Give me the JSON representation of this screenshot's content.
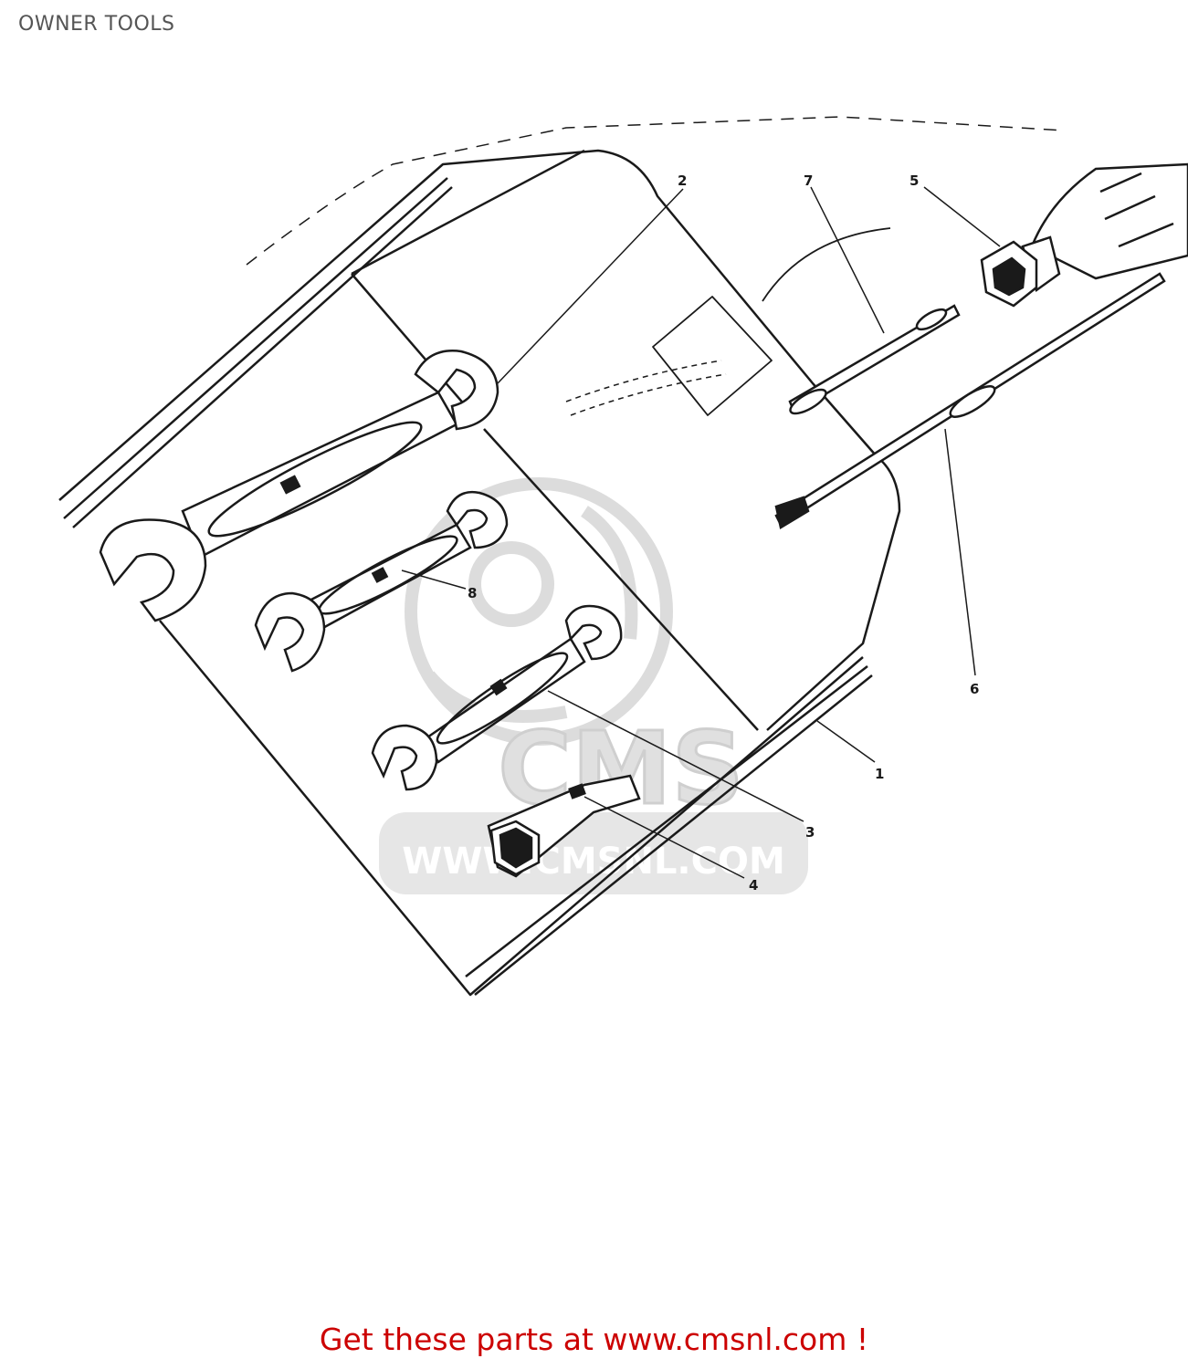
{
  "header": {
    "title": "OWNER TOOLS"
  },
  "diagram": {
    "callouts": [
      "1",
      "2",
      "3",
      "4",
      "5",
      "6",
      "7",
      "8"
    ],
    "watermark": {
      "logo_text": "CMS",
      "url_text": "WWW.CMSNL.COM"
    }
  },
  "footer": {
    "link_text": "Get these parts at www.cmsnl.com !"
  },
  "colors": {
    "text": "#555555",
    "ink": "#1a1a1a",
    "watermark": "#d9d9d9",
    "footer_link": "#cc0000"
  }
}
